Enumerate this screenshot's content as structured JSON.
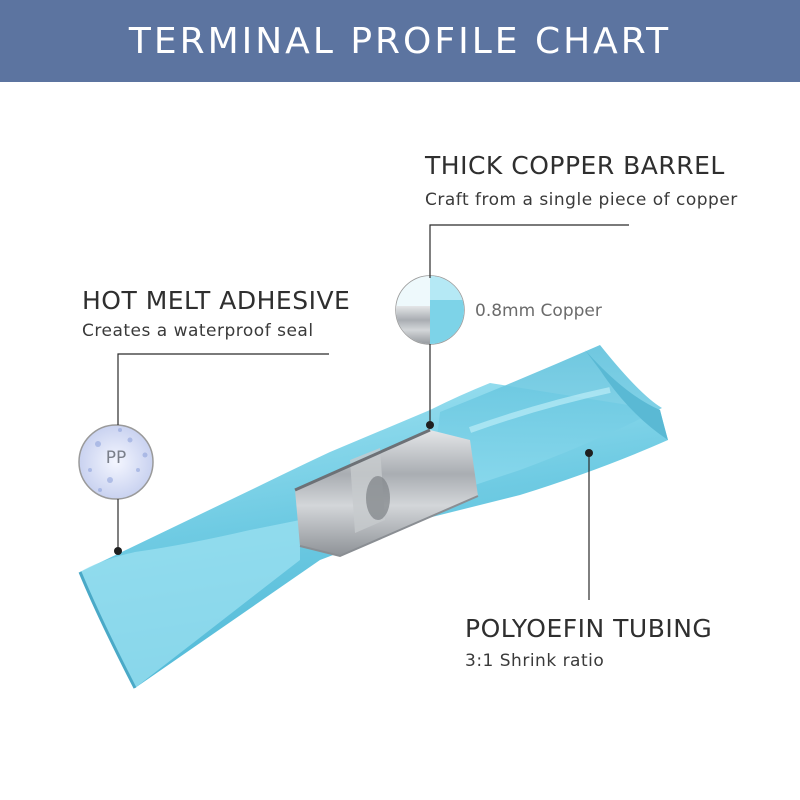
{
  "header": {
    "title": "TERMINAL PROFILE CHART"
  },
  "callouts": {
    "barrel": {
      "title": "THICK COPPER BARREL",
      "subtitle": "Craft from a single piece of copper",
      "zoom_label": "0.8mm Copper"
    },
    "adhesive": {
      "title": "HOT MELT ADHESIVE",
      "subtitle": "Creates a waterproof seal",
      "material_label": "PP"
    },
    "tubing": {
      "title": "POLYOEFIN TUBING",
      "subtitle": "3:1 Shrink ratio"
    }
  },
  "colors": {
    "header_bg": "#5c74a0",
    "tubing": "#7dd3e8",
    "copper_barrel": "#b9bcc0",
    "leader_line": "#2b2b2b"
  }
}
